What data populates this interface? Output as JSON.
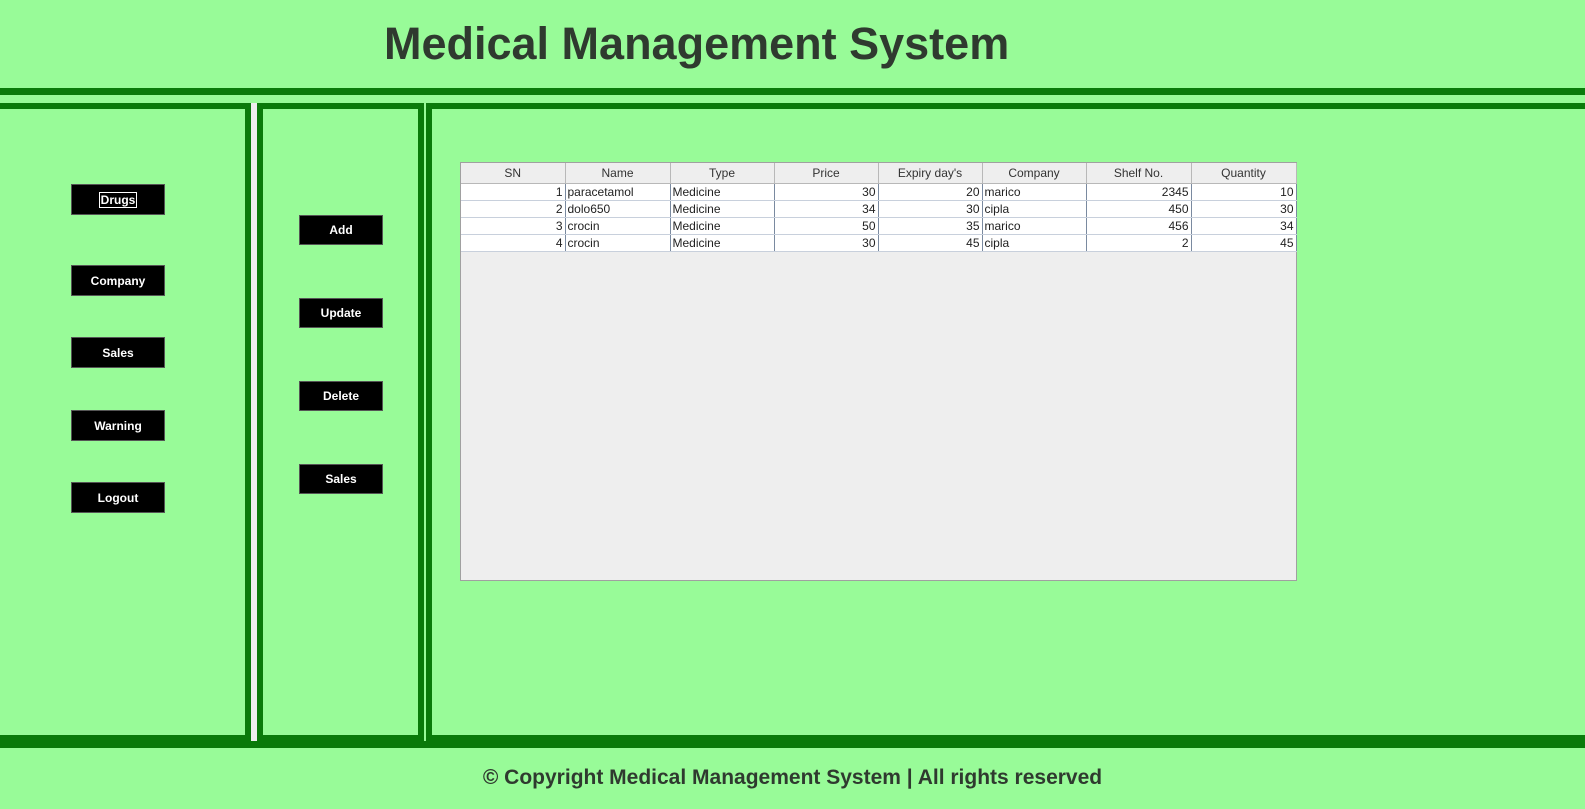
{
  "header": {
    "title": "Medical Management System"
  },
  "nav": {
    "drugs": "Drugs",
    "company": "Company",
    "sales": "Sales",
    "warning": "Warning",
    "logout": "Logout"
  },
  "actions": {
    "add": "Add",
    "update": "Update",
    "delete": "Delete",
    "sales": "Sales"
  },
  "table": {
    "columns": [
      "SN",
      "Name",
      "Type",
      "Price",
      "Expiry day's",
      "Company",
      "Shelf No.",
      "Quantity"
    ],
    "rows": [
      [
        "1",
        "paracetamol",
        "Medicine",
        "30",
        "20",
        "marico",
        "2345",
        "10"
      ],
      [
        "2",
        "dolo650",
        "Medicine",
        "34",
        "30",
        "cipla",
        "450",
        "30"
      ],
      [
        "3",
        "crocin",
        "Medicine",
        "50",
        "35",
        "marico",
        "456",
        "34"
      ],
      [
        "4",
        "crocin",
        "Medicine",
        "30",
        "45",
        "cipla",
        "2",
        "45"
      ]
    ]
  },
  "footer": {
    "text": "© Copyright Medical Management System | All rights reserved"
  },
  "colors": {
    "background": "#98fb98",
    "border": "#0a7a0a",
    "button": "#000000"
  }
}
